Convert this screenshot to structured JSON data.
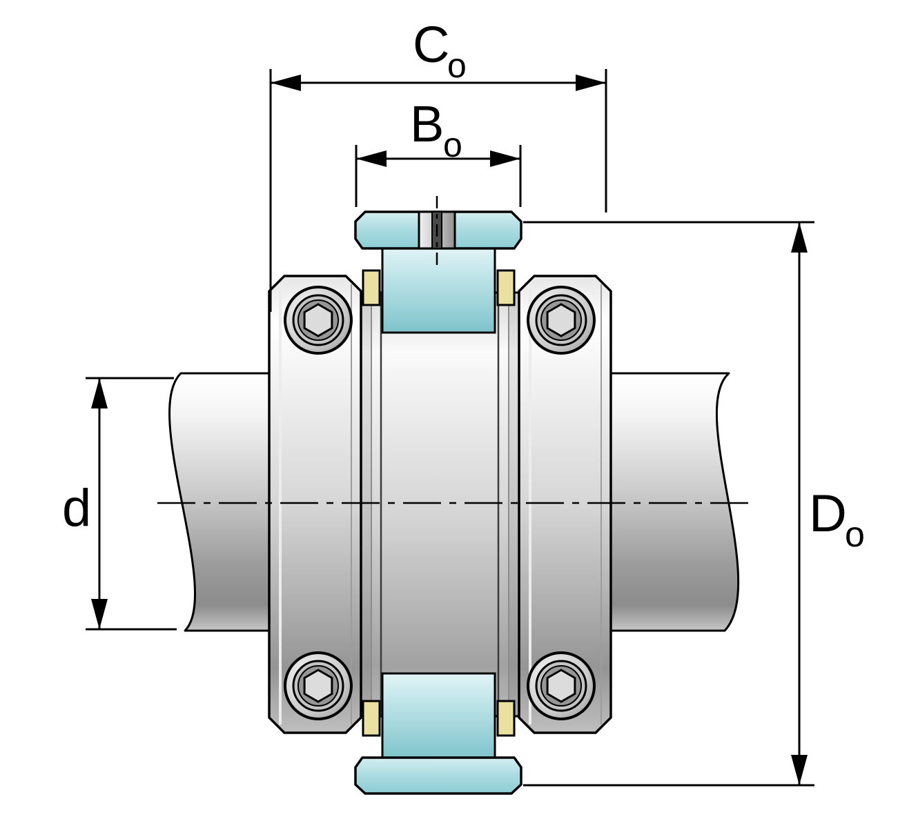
{
  "diagram": {
    "subject": "Shaft coupling / bearing unit sectional technical drawing with dimension callouts",
    "background_color": "#ffffff",
    "outline_color": "#000000",
    "accent_colors": {
      "teal_light": "#dff2f4",
      "teal": "#a9dbe0",
      "teal_dark": "#7fc3cb",
      "cage_cream": "#e9e0a2",
      "metal_light": "#ffffff",
      "metal_mid": "#c9c9c9",
      "metal_dark": "#8f8f8f"
    },
    "labels": {
      "c": {
        "main": "C",
        "sub": "o"
      },
      "b": {
        "main": "B",
        "sub": "o"
      },
      "d": {
        "main": "d",
        "sub": ""
      },
      "do": {
        "main": "D",
        "sub": "o"
      }
    }
  }
}
